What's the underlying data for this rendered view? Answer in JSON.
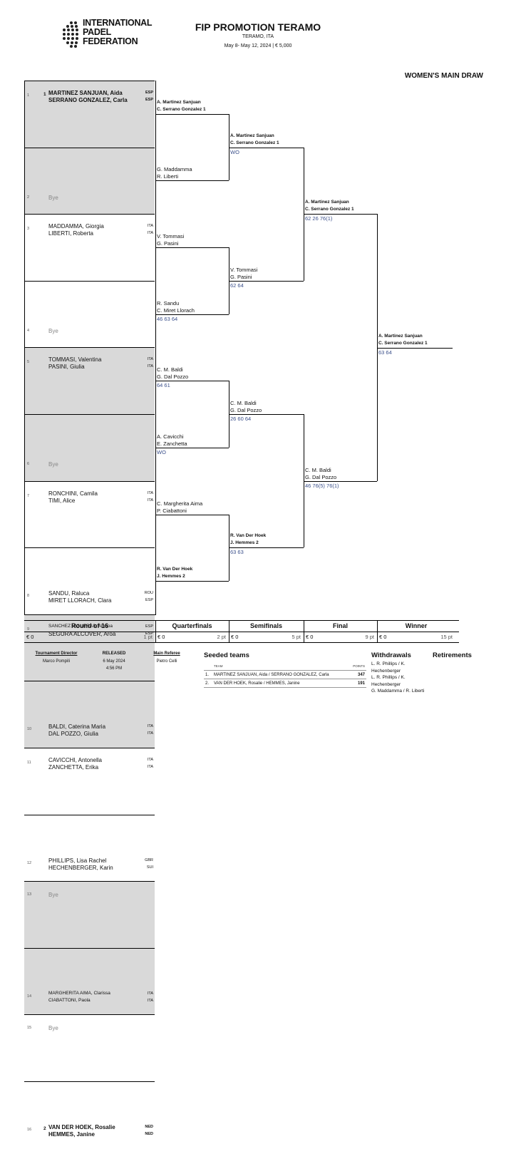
{
  "logo": {
    "line1": "INTERNATIONAL",
    "line2": "PADEL",
    "line3": "FEDERATION"
  },
  "event": {
    "title": "FIP PROMOTION TERAMO",
    "location": "TERAMO, ITA",
    "dates": "May 8- May 12, 2024  |  € 5,000"
  },
  "draw_title": "WOMEN'S MAIN DRAW",
  "slots": [
    {
      "num": "1",
      "seed": "1",
      "p1": "MARTINEZ SANJUAN, Aida",
      "n1": "ESP",
      "p2": "SERRANO GONZALEZ, Carla",
      "n2": "ESP"
    },
    {
      "num": "2",
      "bye": "Bye"
    },
    {
      "num": "3",
      "p1": "MADDAMMA, Giorgia",
      "n1": "ITA",
      "p2": "LIBERTI, Roberta",
      "n2": "ITA"
    },
    {
      "num": "4",
      "bye": "Bye"
    },
    {
      "num": "5",
      "p1": "TOMMASI, Valentina",
      "n1": "ITA",
      "p2": "PASINI, Giulia",
      "n2": "ITA"
    },
    {
      "num": "6",
      "bye": "Bye"
    },
    {
      "num": "7",
      "p1": "RONCHINI, Camila",
      "n1": "ITA",
      "p2": "TIMI, Alice",
      "n2": "ITA"
    },
    {
      "num": "8",
      "p1": "SANDU, Raluca",
      "n1": "ROU",
      "p2": "MIRET LLORACH, Clara",
      "n2": "ESP"
    },
    {
      "num": "9",
      "p1": "SANCHEZ VIGUERAS, Ainhoa",
      "n1": "ESP",
      "p2": "SEGURA ALCOVER, Aroa",
      "n2": "ESP"
    },
    {
      "num": "10",
      "p1": "BALDI, Caterina Maria",
      "n1": "ITA",
      "p2": "DAL POZZO, Giulia",
      "n2": "ITA"
    },
    {
      "num": "11",
      "p1": "CAVICCHI, Antonella",
      "n1": "ITA",
      "p2": "ZANCHETTA, Erika",
      "n2": "ITA"
    },
    {
      "num": "12",
      "p1": "PHILLIPS, Lisa Rachel",
      "n1": "GBR",
      "p2": "HECHENBERGER, Karin",
      "n2": "SUI"
    },
    {
      "num": "13",
      "bye": "Bye"
    },
    {
      "num": "14",
      "p1": "MARGHERITA AIMA, Clarissa",
      "n1": "ITA",
      "p2": "CIABATTONI, Paola",
      "n2": "ITA"
    },
    {
      "num": "15",
      "bye": "Bye"
    },
    {
      "num": "16",
      "seed": "2",
      "p1": "VAN DER HOEK, Rosalie",
      "n1": "NED",
      "p2": "HEMMES, Janine",
      "n2": "NED"
    }
  ],
  "r2": [
    {
      "a": "A. Martinez Sanjuan",
      "b": "C. Serrano Gonzalez  1",
      "score": ""
    },
    {
      "a": "G. Maddamma",
      "b": "R. Liberti",
      "score": ""
    },
    {
      "a": "V. Tommasi",
      "b": "G. Pasini",
      "score": ""
    },
    {
      "a": "R. Sandu",
      "b": "C. Miret Llorach",
      "score": "46 63 64"
    },
    {
      "a": "C. M. Baldi",
      "b": "G. Dal Pozzo",
      "score": "64 61"
    },
    {
      "a": "A. Cavicchi",
      "b": "E. Zanchetta",
      "score": "WO"
    },
    {
      "a": "C. Margherita Aima",
      "b": "P. Ciabattoni",
      "score": ""
    },
    {
      "a": "R. Van Der Hoek",
      "b": "J. Hemmes  2",
      "score": ""
    }
  ],
  "qf": [
    {
      "a": "A. Martinez Sanjuan",
      "b": "C. Serrano Gonzalez  1",
      "score": "WO"
    },
    {
      "a": "V. Tommasi",
      "b": "G. Pasini",
      "score": "62 64"
    },
    {
      "a": "C. M. Baldi",
      "b": "G. Dal Pozzo",
      "score": "26 60 64"
    },
    {
      "a": "R. Van Der Hoek",
      "b": "J. Hemmes  2",
      "score": "63 63"
    }
  ],
  "sf": [
    {
      "a": "A. Martinez Sanjuan",
      "b": "C. Serrano Gonzalez  1",
      "score": "62 26 76(1)"
    },
    {
      "a": "C. M. Baldi",
      "b": "G. Dal Pozzo",
      "score": "46 76(5) 76(1)"
    }
  ],
  "final": {
    "a": "A. Martinez Sanjuan",
    "b": "C. Serrano Gonzalez  1",
    "score": "63 64"
  },
  "rounds": [
    {
      "label": "Round of 16",
      "money": "€ 0",
      "points": "1 pt"
    },
    {
      "label": "Quarterfinals",
      "money": "€ 0",
      "points": "2 pt"
    },
    {
      "label": "Semifinals",
      "money": "€ 0",
      "points": "5 pt"
    },
    {
      "label": "Final",
      "money": "€ 0",
      "points": "9 pt"
    },
    {
      "label": "Winner",
      "money": "€ 0",
      "points": "15 pt"
    }
  ],
  "footer": {
    "director_h": "Tournament Director",
    "director": "Marco Pompili",
    "released_h": "RELEASED",
    "released_date": "6 May 2024",
    "released_time": "4:56 PM",
    "referee_h": "Main Referee",
    "referee": "Pietro Celli",
    "seeded_h": "Seeded teams",
    "team_h": "TEAM",
    "points_h": "POINTS",
    "seeds": [
      {
        "n": "1.",
        "team": "MARTINEZ SANJUAN, Aida / SERRANO GONZALEZ, Carla",
        "pts": "347"
      },
      {
        "n": "2.",
        "team": "VAN DER HOEK, Rosalie / HEMMES, Janine",
        "pts": "191"
      }
    ],
    "withdrawals_h": "Withdrawals",
    "withdrawals": [
      "L. R. Phillips / K.",
      "Hechenberger",
      "L. R. Phillips / K.",
      "Hechenberger",
      "G. Maddamma / R. Liberti"
    ],
    "retirements_h": "Retirements"
  }
}
